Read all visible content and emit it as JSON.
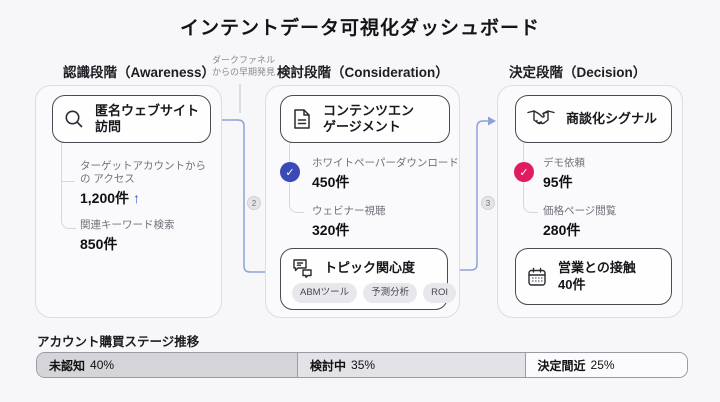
{
  "title": "インテントデータ可視化ダッシュボード",
  "annotations": {
    "dark_funnel_lines": [
      "ダークファネル",
      "からの早期発見"
    ],
    "step2": "2",
    "step3": "3"
  },
  "stages": [
    {
      "id": "awareness",
      "header": "認識段階（Awareness）",
      "card": {
        "icon": "search-icon",
        "title_lines": [
          "匿名ウェブサイト",
          "訪問"
        ]
      },
      "metrics": [
        {
          "label": "ターゲットアカウントからの アクセス",
          "value": "1,200件",
          "trend": "↑"
        },
        {
          "label": "関連キーワード検索",
          "value": "850件"
        }
      ]
    },
    {
      "id": "consideration",
      "header": "検討段階（Consideration）",
      "card": {
        "icon": "document-icon",
        "title_lines": [
          "コンテンツエン",
          "ゲージメント"
        ]
      },
      "metrics": [
        {
          "label": "ホワイトペーパーダウンロード",
          "value": "450件",
          "check": "✓",
          "check_color": "#3a49b4"
        },
        {
          "label": "ウェビナー視聴",
          "value": "320件"
        }
      ],
      "sub_card": {
        "icon": "chat-icon",
        "title": "トピック関心度",
        "tags": [
          "ABMツール",
          "予測分析",
          "ROI"
        ]
      }
    },
    {
      "id": "decision",
      "header": "決定段階（Decision）",
      "card": {
        "icon": "handshake-icon",
        "title": "商談化シグナル"
      },
      "metrics": [
        {
          "label": "デモ依頼",
          "value": "95件",
          "check": "✓",
          "check_color": "#e01b5f"
        },
        {
          "label": "価格ページ閲覧",
          "value": "280件"
        }
      ],
      "sub_card": {
        "icon": "calendar-icon",
        "title": "営業との接触",
        "value": "40件"
      }
    }
  ],
  "funnel": {
    "title": "アカウント購買ステージ推移",
    "segments": [
      {
        "label": "未認知",
        "value": "40%",
        "width": "40%",
        "bg": "#d4d4d9"
      },
      {
        "label": "検討中",
        "value": "35%",
        "width": "35%",
        "bg": "#e2e2e7"
      },
      {
        "label": "決定間近",
        "value": "25%",
        "width": "25%",
        "bg": "#fbfbfd"
      }
    ]
  },
  "colors": {
    "connector": "#8da0d8",
    "check_blue": "#3a49b4",
    "check_pink": "#e01b5f"
  }
}
